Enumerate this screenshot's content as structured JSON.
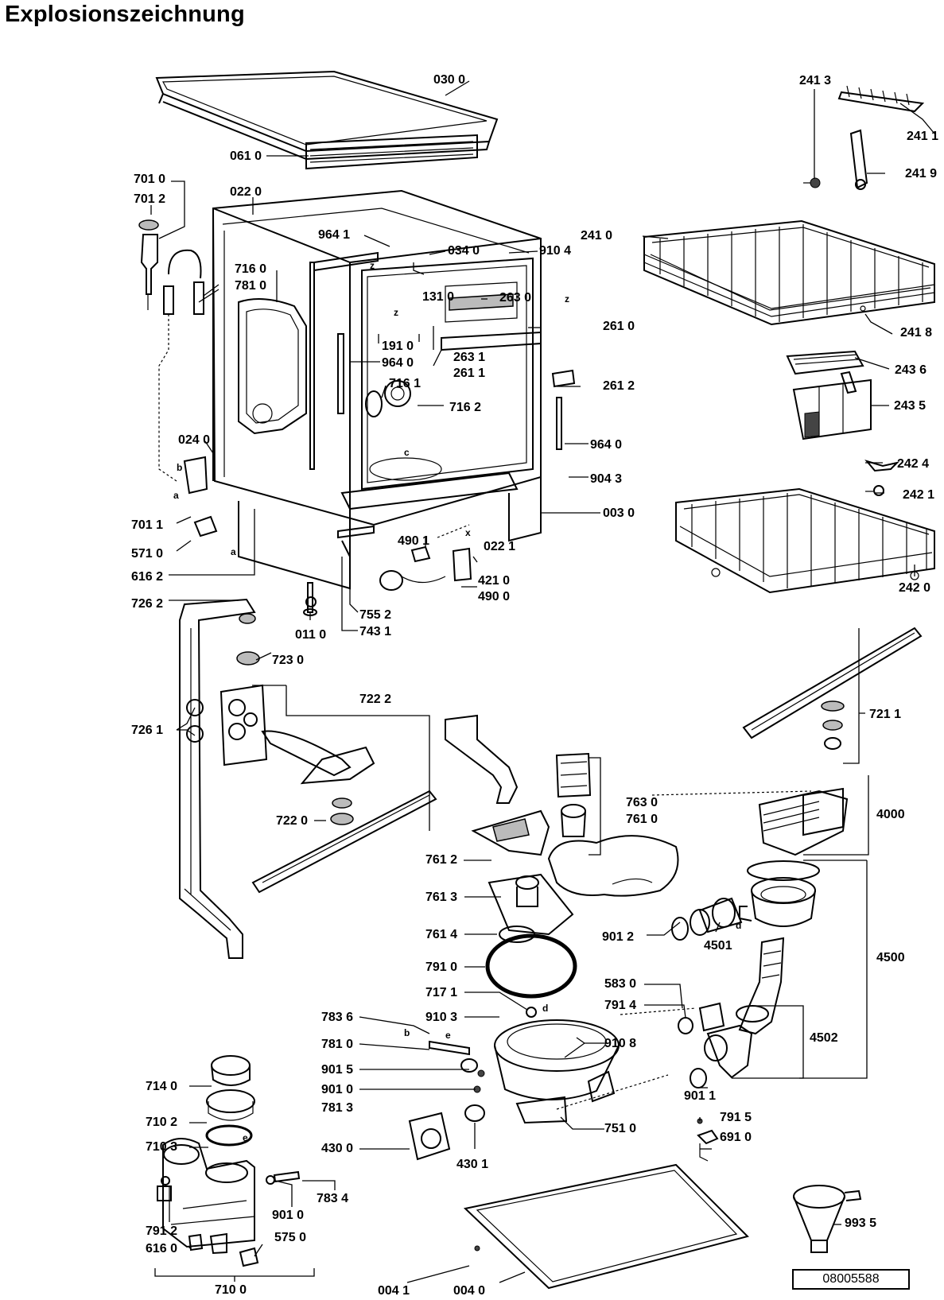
{
  "title": "Explosionszeichnung",
  "document_number": "08005588",
  "labels": [
    {
      "id": "p0300",
      "text": "030 0"
    },
    {
      "id": "p0610",
      "text": "061 0"
    },
    {
      "id": "p7010",
      "text": "701 0"
    },
    {
      "id": "p7012",
      "text": "701 2"
    },
    {
      "id": "p0220",
      "text": "022 0"
    },
    {
      "id": "p9641a",
      "text": "964 1"
    },
    {
      "id": "p0340",
      "text": "034 0"
    },
    {
      "id": "p9104",
      "text": "910 4"
    },
    {
      "id": "p7160",
      "text": "716 0"
    },
    {
      "id": "p7810a",
      "text": "781 0"
    },
    {
      "id": "p1310",
      "text": "131 0"
    },
    {
      "id": "p2630",
      "text": "263 0"
    },
    {
      "id": "p2610",
      "text": "261 0"
    },
    {
      "id": "p1910",
      "text": "191 0"
    },
    {
      "id": "p9640a",
      "text": "964 0"
    },
    {
      "id": "p2631",
      "text": "263 1"
    },
    {
      "id": "p2611",
      "text": "261 1"
    },
    {
      "id": "p7161",
      "text": "716 1"
    },
    {
      "id": "p2612",
      "text": "261 2"
    },
    {
      "id": "p7162",
      "text": "716 2"
    },
    {
      "id": "p0240",
      "text": "024 0"
    },
    {
      "id": "p9640b",
      "text": "964 0"
    },
    {
      "id": "p9043",
      "text": "904 3"
    },
    {
      "id": "p0030",
      "text": "003 0"
    },
    {
      "id": "p7011",
      "text": "701 1"
    },
    {
      "id": "p5710",
      "text": "571 0"
    },
    {
      "id": "p6162",
      "text": "616 2"
    },
    {
      "id": "p4901",
      "text": "490 1"
    },
    {
      "id": "p0221",
      "text": "022 1"
    },
    {
      "id": "p4210",
      "text": "421 0"
    },
    {
      "id": "p4900",
      "text": "490 0"
    },
    {
      "id": "p7262",
      "text": "726 2"
    },
    {
      "id": "p7552",
      "text": "755 2"
    },
    {
      "id": "p0110",
      "text": "011 0"
    },
    {
      "id": "p7431",
      "text": "743 1"
    },
    {
      "id": "p7230",
      "text": "723 0"
    },
    {
      "id": "p2413",
      "text": "241 3"
    },
    {
      "id": "p2411",
      "text": "241 1"
    },
    {
      "id": "p2419",
      "text": "241 9"
    },
    {
      "id": "p2410",
      "text": "241 0"
    },
    {
      "id": "p2418",
      "text": "241 8"
    },
    {
      "id": "p2436",
      "text": "243 6"
    },
    {
      "id": "p2435",
      "text": "243 5"
    },
    {
      "id": "p2424",
      "text": "242 4"
    },
    {
      "id": "p2421",
      "text": "242 1"
    },
    {
      "id": "p2420",
      "text": "242 0"
    },
    {
      "id": "p7222",
      "text": "722 2"
    },
    {
      "id": "p7261",
      "text": "726 1"
    },
    {
      "id": "p7220",
      "text": "722 0"
    },
    {
      "id": "p7211",
      "text": "721 1"
    },
    {
      "id": "p7630",
      "text": "763 0"
    },
    {
      "id": "p7610",
      "text": "761 0"
    },
    {
      "id": "p4000",
      "text": "4000"
    },
    {
      "id": "p7612",
      "text": "761 2"
    },
    {
      "id": "p7613",
      "text": "761 3"
    },
    {
      "id": "p7614",
      "text": "761 4"
    },
    {
      "id": "p9012",
      "text": "901 2"
    },
    {
      "id": "p4501",
      "text": "4501"
    },
    {
      "id": "p4500",
      "text": "4500"
    },
    {
      "id": "p7910",
      "text": "791 0"
    },
    {
      "id": "p7171",
      "text": "717 1"
    },
    {
      "id": "p5830",
      "text": "583 0"
    },
    {
      "id": "p7914",
      "text": "791 4"
    },
    {
      "id": "p9103",
      "text": "910 3"
    },
    {
      "id": "p7836",
      "text": "783 6"
    },
    {
      "id": "p9108",
      "text": "910 8"
    },
    {
      "id": "p4502",
      "text": "4502"
    },
    {
      "id": "p7810b",
      "text": "781 0"
    },
    {
      "id": "p7140",
      "text": "714 0"
    },
    {
      "id": "p9015",
      "text": "901 5"
    },
    {
      "id": "p9010a",
      "text": "901 0"
    },
    {
      "id": "p7102",
      "text": "710 2"
    },
    {
      "id": "p7813",
      "text": "781 3"
    },
    {
      "id": "p9011",
      "text": "901 1"
    },
    {
      "id": "p7510",
      "text": "751 0"
    },
    {
      "id": "p7103",
      "text": "710 3"
    },
    {
      "id": "p4300",
      "text": "430 0"
    },
    {
      "id": "p7915",
      "text": "791 5"
    },
    {
      "id": "p6910",
      "text": "691 0"
    },
    {
      "id": "p4301",
      "text": "430 1"
    },
    {
      "id": "p7834",
      "text": "783 4"
    },
    {
      "id": "p9010b",
      "text": "901 0"
    },
    {
      "id": "p9935",
      "text": "993 5"
    },
    {
      "id": "p7912",
      "text": "791 2"
    },
    {
      "id": "p6160",
      "text": "616 0"
    },
    {
      "id": "p5750",
      "text": "575 0"
    },
    {
      "id": "p7100",
      "text": "710 0"
    },
    {
      "id": "p0041",
      "text": "004 1"
    },
    {
      "id": "p0040",
      "text": "004 0"
    }
  ],
  "connector_letters": [
    {
      "id": "la",
      "text": "a"
    },
    {
      "id": "lb",
      "text": "b"
    },
    {
      "id": "la2",
      "text": "a"
    },
    {
      "id": "lc",
      "text": "c"
    },
    {
      "id": "lx",
      "text": "x"
    },
    {
      "id": "lz1",
      "text": "z"
    },
    {
      "id": "lz2",
      "text": "z"
    },
    {
      "id": "lz3",
      "text": "z"
    },
    {
      "id": "ld1",
      "text": "d"
    },
    {
      "id": "ld2",
      "text": "d"
    },
    {
      "id": "le1",
      "text": "e"
    },
    {
      "id": "le2",
      "text": "e"
    },
    {
      "id": "lb2",
      "text": "b"
    }
  ]
}
